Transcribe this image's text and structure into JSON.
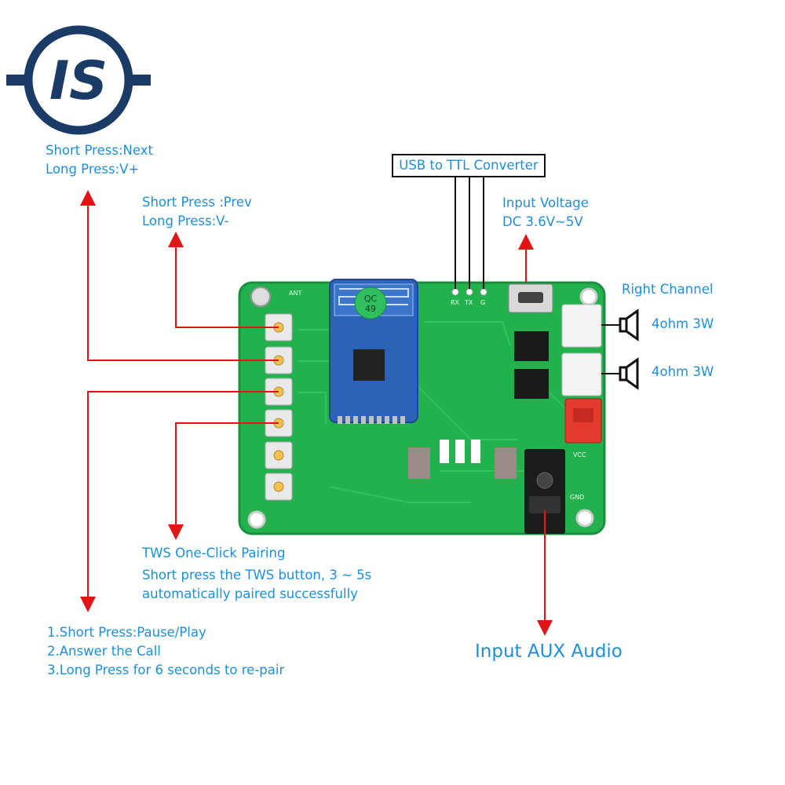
{
  "logo": {
    "text": "IS",
    "color": "#1b3b67"
  },
  "colors": {
    "label": "#1e8fd6",
    "arrow": "#e01616",
    "pcb": "#22b14c",
    "module": "#2b63b8"
  },
  "pcb_marks": {
    "ant": "ANT",
    "chip_badge_line1": "QC",
    "chip_badge_line2": "49",
    "rx": "RX",
    "tx": "TX",
    "g": "G",
    "vcc": "VCC",
    "gnd": "GND"
  },
  "labels": {
    "next_line1": "Short Press:Next",
    "next_line2": "Long Press:V+",
    "prev_line1": "Short Press :Prev",
    "prev_line2": "Long Press:V-",
    "usb_ttl": "USB to TTL Converter",
    "input_voltage_line1": "Input Voltage",
    "input_voltage_line2": "DC 3.6V~5V",
    "right_channel": "Right Channel",
    "speaker1": "4ohm 3W",
    "speaker2": "4ohm 3W",
    "tws_title": "TWS One-Click Pairing",
    "tws_line1": "Short press the TWS button, 3 ~ 5s",
    "tws_line2": "automatically paired successfully",
    "play_line1": "1.Short Press:Pause/Play",
    "play_line2": "2.Answer the Call",
    "play_line3": "3.Long Press for 6 seconds to re-pair",
    "aux": "Input AUX Audio"
  }
}
